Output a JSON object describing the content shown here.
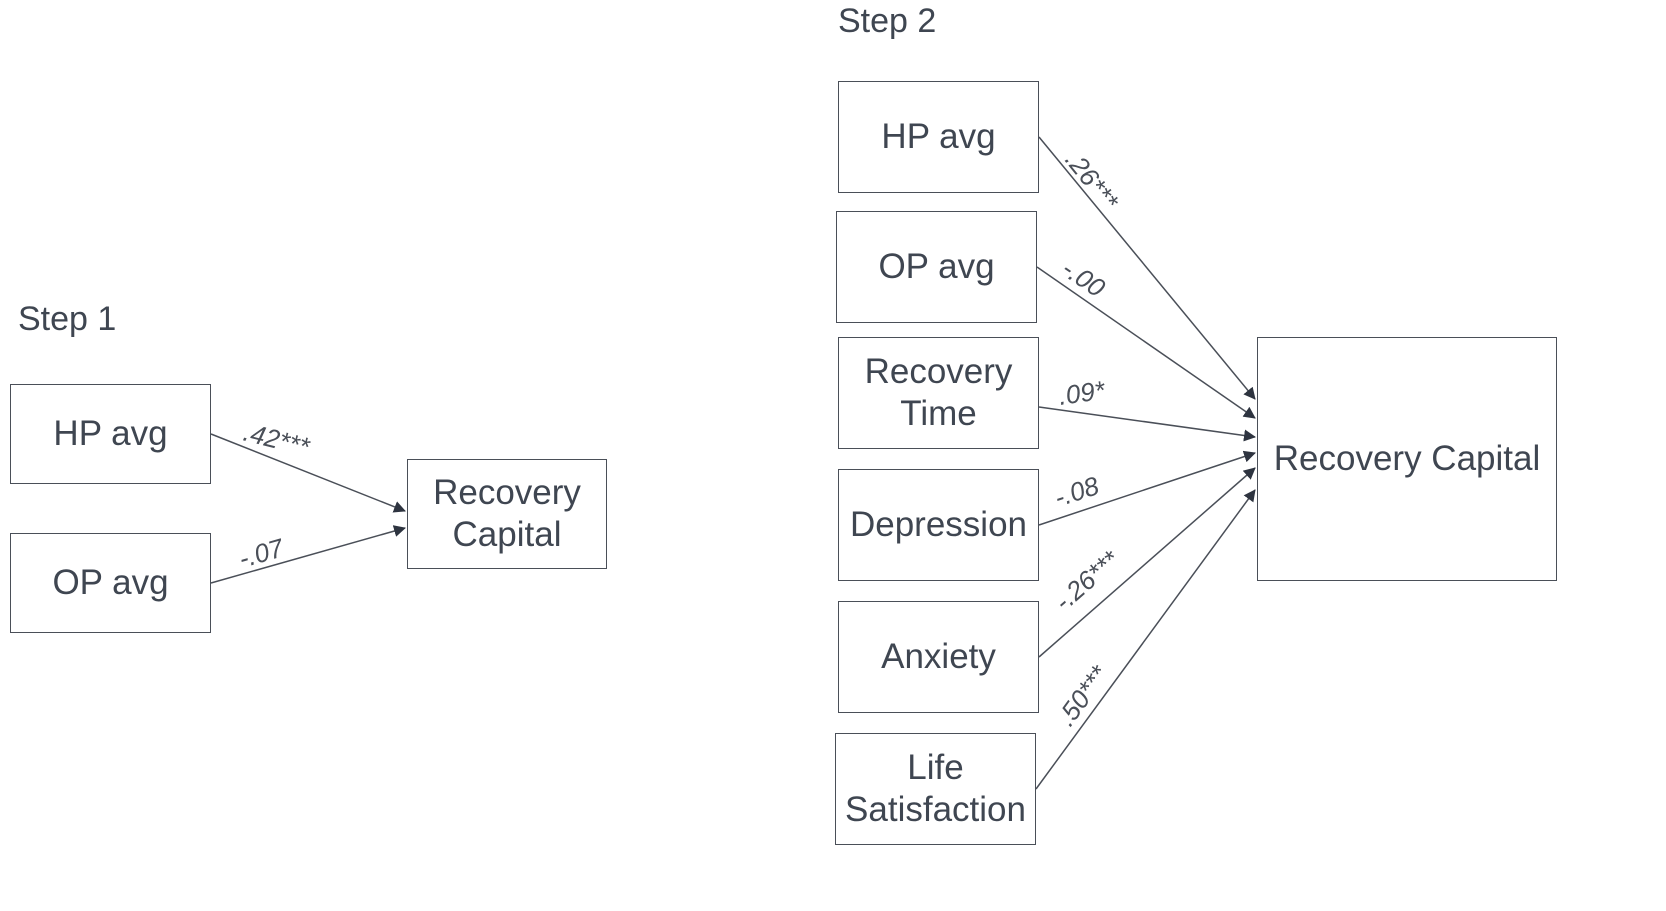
{
  "step1": {
    "title": "Step 1",
    "predictors": [
      {
        "label": "HP avg",
        "coef": ".42***"
      },
      {
        "label": "OP avg",
        "coef": "-.07"
      }
    ],
    "outcome": "Recovery\nCapital"
  },
  "step2": {
    "title": "Step 2",
    "predictors": [
      {
        "label": "HP avg",
        "coef": ".26***"
      },
      {
        "label": "OP avg",
        "coef": "-.00"
      },
      {
        "label": "Recovery\nTime",
        "coef": ".09*"
      },
      {
        "label": "Depression",
        "coef": "-.08"
      },
      {
        "label": "Anxiety",
        "coef": "-.26***"
      },
      {
        "label": "Life\nSatisfaction",
        "coef": ".50***"
      }
    ],
    "outcome": "Recovery Capital"
  },
  "colors": {
    "line": "#4a4f58",
    "text": "#3f4651",
    "arrowhead": "#2e3440"
  }
}
